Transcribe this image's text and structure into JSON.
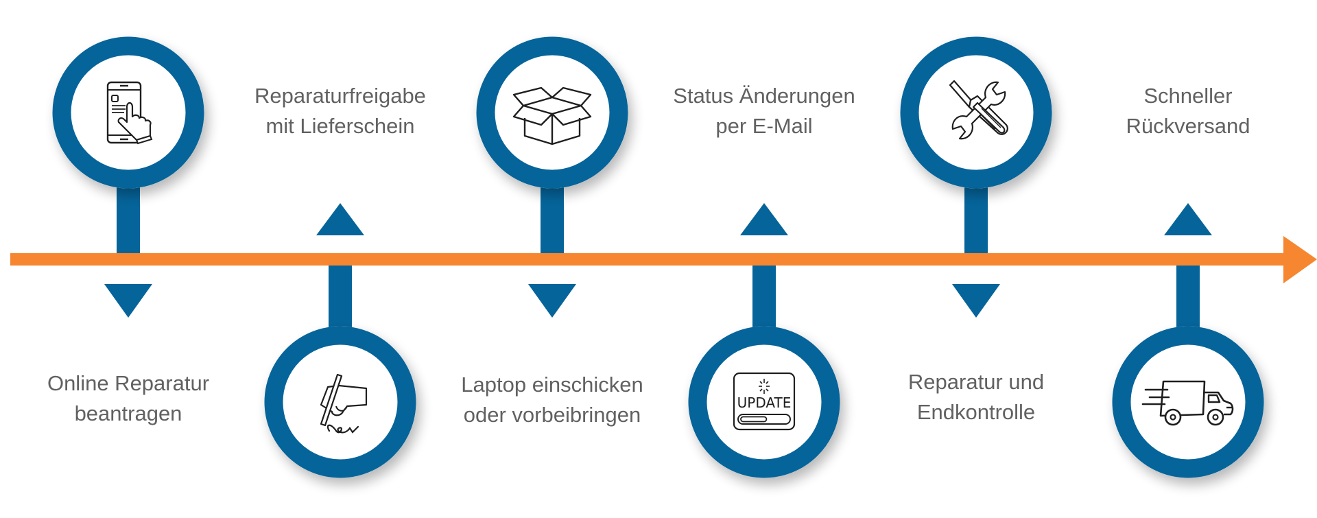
{
  "colors": {
    "timeline": "#F68730",
    "accent": "#05649A",
    "text": "#616161",
    "icon_stroke": "#1e1e1e"
  },
  "timeline": {
    "direction": "left-to-right",
    "arrow_icon": "arrow-right-icon"
  },
  "steps": [
    {
      "index": 1,
      "position": "top-circle",
      "icon": "smartphone-touch-icon",
      "lines": [
        "Online Reparatur",
        "beantragen"
      ]
    },
    {
      "index": 2,
      "position": "bottom-circle",
      "icon": "signature-hand-icon",
      "lines": [
        "Reparaturfreigabe",
        "mit Lieferschein"
      ]
    },
    {
      "index": 3,
      "position": "top-circle",
      "icon": "open-box-icon",
      "lines": [
        "Laptop einschicken",
        "oder vorbeibringen"
      ]
    },
    {
      "index": 4,
      "position": "bottom-circle",
      "icon": "update-screen-icon",
      "icon_text": "UPDATE",
      "progress": 0.55,
      "lines": [
        "Status Änderungen",
        "per E-Mail"
      ]
    },
    {
      "index": 5,
      "position": "top-circle",
      "icon": "tools-wrench-screwdriver-icon",
      "lines": [
        "Reparatur und",
        "Endkontrolle"
      ]
    },
    {
      "index": 6,
      "position": "bottom-circle",
      "icon": "delivery-truck-icon",
      "lines": [
        "Schneller",
        "Rückversand"
      ]
    }
  ]
}
